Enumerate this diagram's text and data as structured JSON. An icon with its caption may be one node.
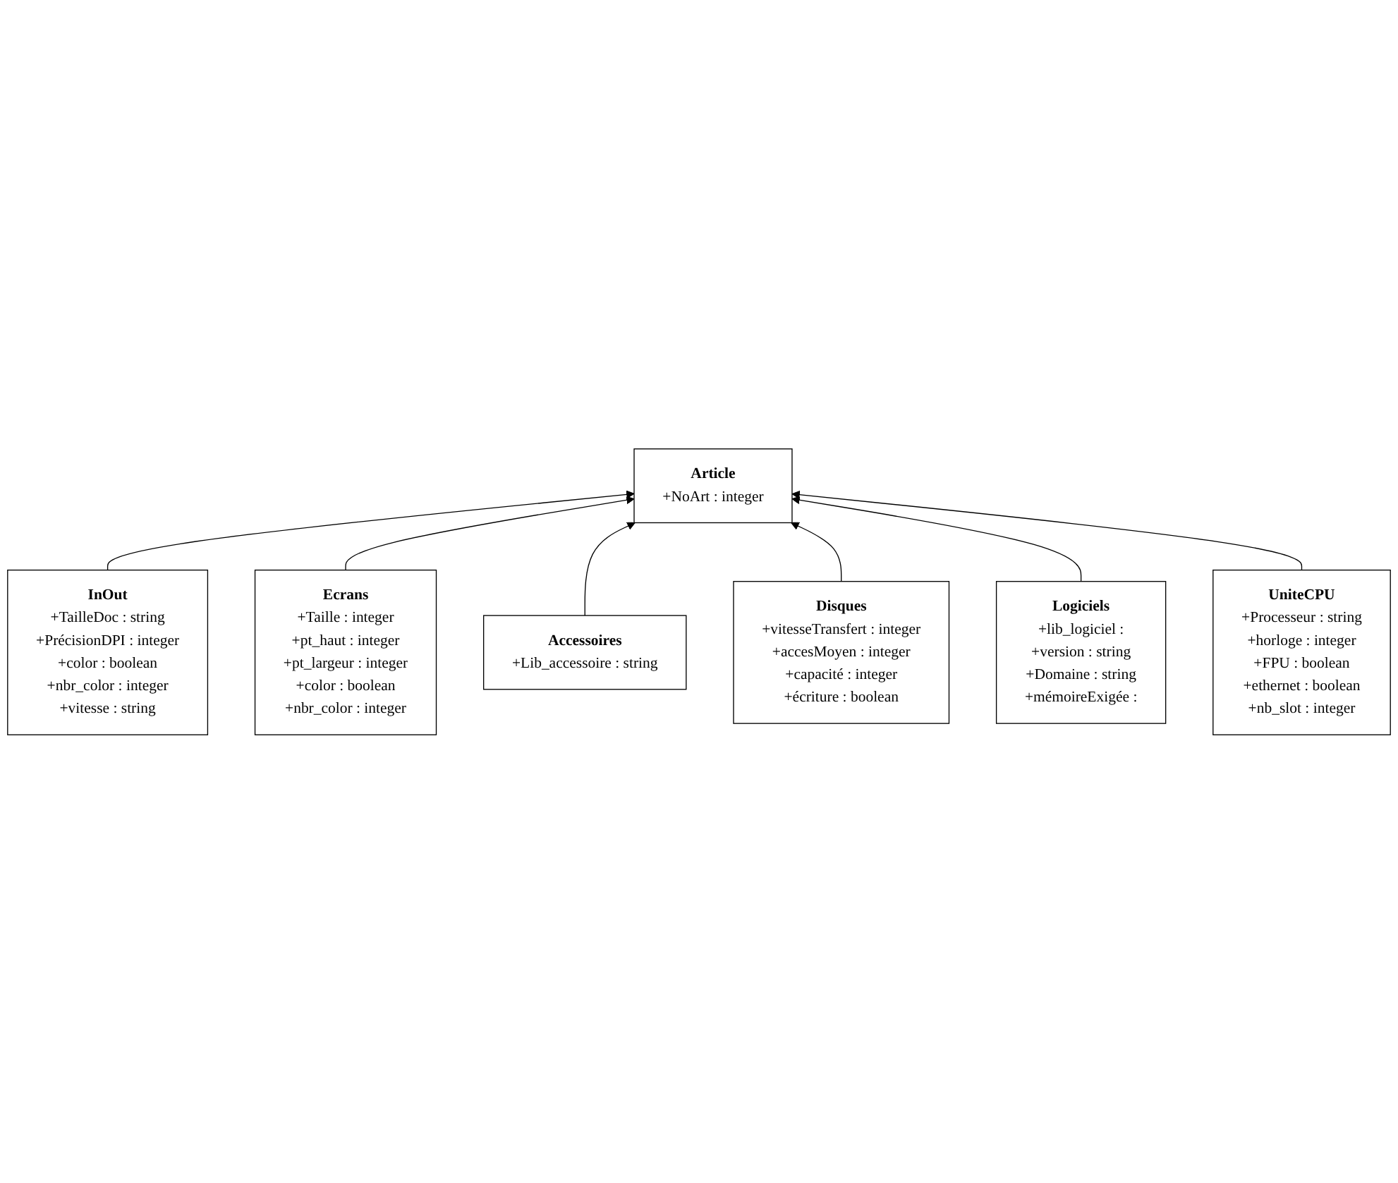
{
  "diagram": {
    "nodes": [
      {
        "text": [
          "Article",
          "+NoArt : integer"
        ]
      },
      {
        "text": [
          "InOut",
          "+TailleDoc : string",
          "+PrécisionDPI : integer",
          "+color : boolean",
          "+nbr_color : integer",
          "+vitesse : string"
        ]
      },
      {
        "text": [
          "Ecrans",
          "+Taille : integer",
          "+pt_haut : integer",
          "+pt_largeur : integer",
          "+color : boolean",
          "+nbr_color : integer"
        ]
      },
      {
        "text": [
          "Accessoires",
          "+Lib_accessoire : string"
        ]
      },
      {
        "text": [
          "Disques",
          "+vitesseTransfert : integer",
          "+accesMoyen : integer",
          "+capacité : integer",
          "+écriture : boolean"
        ]
      },
      {
        "text": [
          "Logiciels",
          "+lib_logiciel :",
          "+version : string",
          "+Domaine : string",
          "+mémoireExigée :"
        ]
      },
      {
        "text": [
          "UniteCPU",
          "+Processeur : string",
          "+horloge : integer",
          "+FPU : boolean",
          "+ethernet : boolean",
          "+nb_slot : integer"
        ]
      }
    ],
    "edges": [
      {
        "from": 1,
        "to": 0,
        "arrow": "to"
      },
      {
        "from": 2,
        "to": 0,
        "arrow": "to"
      },
      {
        "from": 3,
        "to": 0,
        "arrow": "to"
      },
      {
        "from": 4,
        "to": 0,
        "arrow": "to"
      },
      {
        "from": 5,
        "to": 0,
        "arrow": "to"
      },
      {
        "from": 6,
        "to": 0,
        "arrow": "to"
      }
    ]
  }
}
